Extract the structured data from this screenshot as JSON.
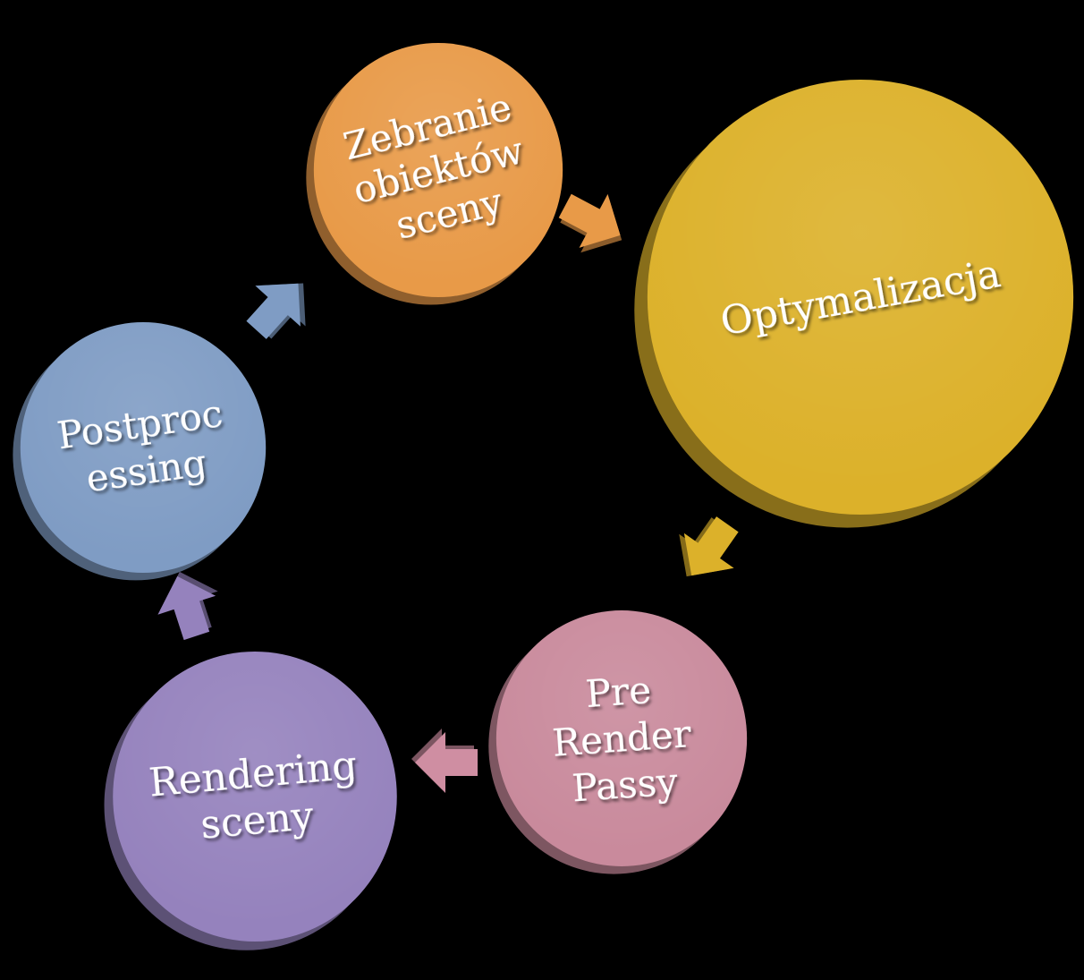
{
  "diagram": {
    "type": "cycle",
    "nodes": [
      {
        "id": "zebranie",
        "lines": [
          "Zebranie",
          "obiektów",
          "sceny"
        ],
        "color": "#e89a48"
      },
      {
        "id": "optymalizacja",
        "lines": [
          "Optymalizacja"
        ],
        "color": "#dcb12a"
      },
      {
        "id": "prerender",
        "lines": [
          "Pre",
          "Render",
          "Passy"
        ],
        "color": "#c98a9c"
      },
      {
        "id": "rendering",
        "lines": [
          "Rendering",
          "sceny"
        ],
        "color": "#9582bd"
      },
      {
        "id": "postprocessing",
        "lines": [
          "Postproc",
          "essing"
        ],
        "color": "#7f9cc4"
      }
    ],
    "edges": [
      {
        "from": "zebranie",
        "to": "optymalizacja",
        "color": "#e89a48"
      },
      {
        "from": "optymalizacja",
        "to": "prerender",
        "color": "#dcb12a"
      },
      {
        "from": "prerender",
        "to": "rendering",
        "color": "#cf8ea2"
      },
      {
        "from": "rendering",
        "to": "postprocessing",
        "color": "#9582bd"
      },
      {
        "from": "postprocessing",
        "to": "zebranie",
        "color": "#7f9cc4"
      }
    ]
  }
}
